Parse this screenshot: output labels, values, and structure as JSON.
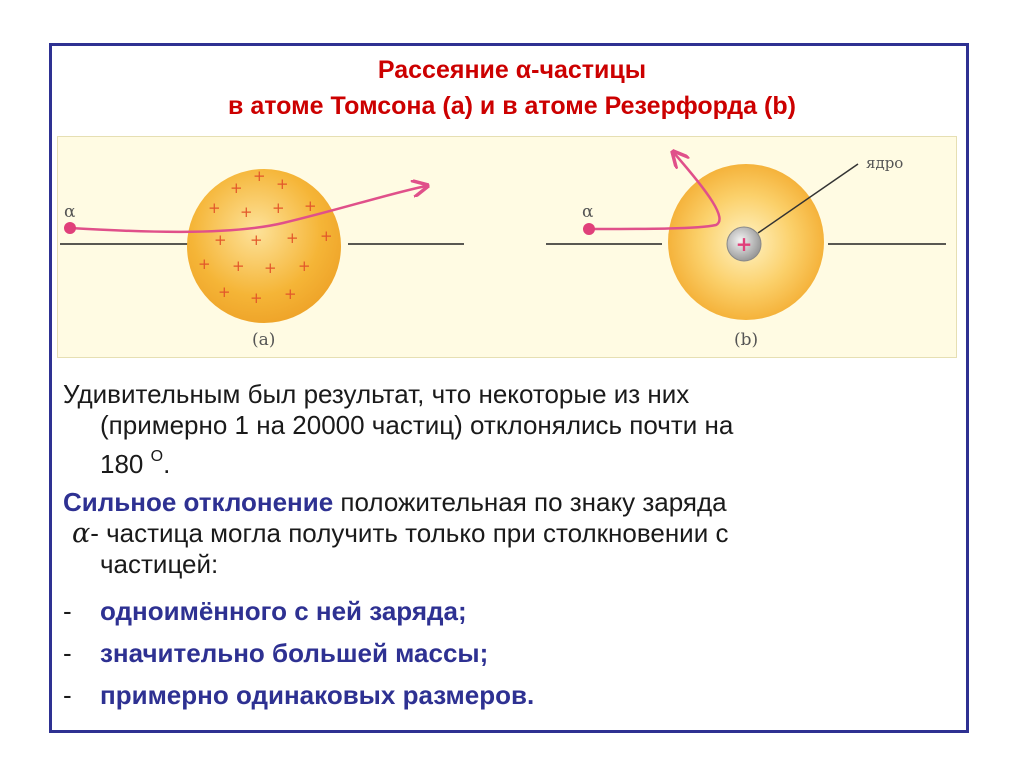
{
  "title": {
    "line1": "Рассеяние α-частицы",
    "line2": "в атоме Томсона (а) и в атоме Резерфорда (b)"
  },
  "figure": {
    "alpha_label_a": "α",
    "alpha_label_b": "α",
    "nucleus_label": "ядро",
    "caption_a": "(a)",
    "caption_b": "(b)",
    "plus_sign": "+",
    "colors": {
      "atom": "#f5b537",
      "trajectory": "#e0508a",
      "particle": "#e0407a",
      "nucleus": "#b0b0b0",
      "panel_background": "#fffbe3"
    }
  },
  "paragraph1": {
    "line1": "Удивительным был результат, что некоторые из них",
    "line2": "(примерно 1 на 20000 частиц) отклонялись почти на",
    "line3_value": "180 ",
    "degree_mark": "O",
    "line3_end": "."
  },
  "paragraph2": {
    "emphasis": "Сильное отклонение",
    "rest_line1": " положительная по знаку заряда",
    "alpha_symbol": "α",
    "line2": "- частица могла получить только при столкновении с",
    "line3": "частицей:"
  },
  "bullets": [
    {
      "dash": "-",
      "text": "одноимённого с ней заряда;"
    },
    {
      "dash": "-",
      "text": "значительно большей массы;"
    },
    {
      "dash": "-",
      "text": "примерно одинаковых  размеров."
    }
  ]
}
